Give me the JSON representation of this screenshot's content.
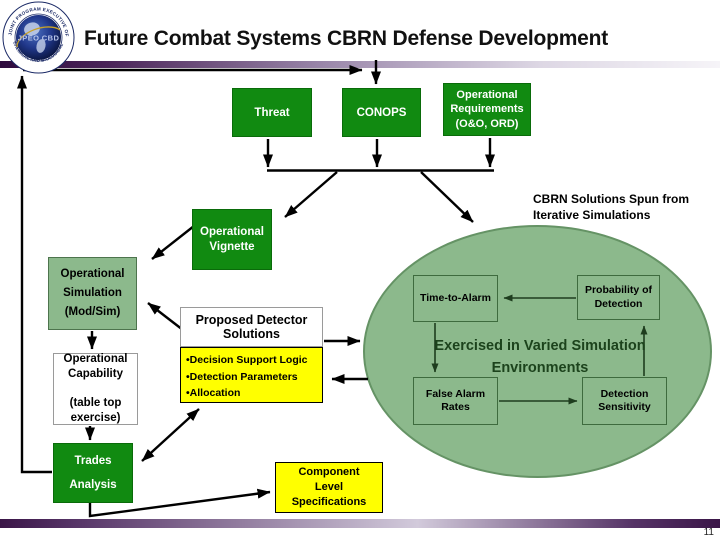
{
  "slide": {
    "title": "Future Combat Systems CBRN Defense Development",
    "page_number": "11"
  },
  "logo": {
    "arc_top": "JOINT PROGRAM EXECUTIVE OFFICE",
    "arc_bottom": "CHEMICAL AND BIOLOGICAL DEFENSE",
    "center": "JPEO CBD"
  },
  "flow": {
    "threat": "Threat",
    "conops": "CONOPS",
    "operational_requirements": "Operational\nRequirements\n(O&O, ORD)",
    "operational_vignette": "Operational\nVignette",
    "operational_simulation": "Operational\nSimulation\n(Mod/Sim)",
    "operational_capability": "Operational\nCapability\n\n(table top\nexercise)",
    "trades_analysis": "Trades\nAnalysis",
    "component_level_specifications": "Component\nLevel\nSpecifications"
  },
  "detector": {
    "header": "Proposed Detector\nSolutions",
    "bullets": [
      "•Decision Support Logic",
      "•Detection Parameters",
      "•Allocation"
    ]
  },
  "simulation": {
    "note": "CBRN Solutions Spun from\nIterative Simulations",
    "caption": "Exercised in Varied Simulation\nEnvironments",
    "time_to_alarm": "Time-to-Alarm",
    "probability_of_detection": "Probability of\nDetection",
    "false_alarm_rates": "False Alarm\nRates",
    "detection_sensitivity": "Detection\nSensitivity"
  },
  "colors": {
    "box_dark_green": "#118a11",
    "box_light_green": "#8cb98c",
    "ellipse_fill": "#8cb98c",
    "ellipse_border": "#659365",
    "highlight_yellow": "#ffff00",
    "bar_purple": "#3a1547",
    "arrow_black": "#000000",
    "arrow_dark_green": "#1e3d1e",
    "caption_dark_green": "#1c431c"
  }
}
